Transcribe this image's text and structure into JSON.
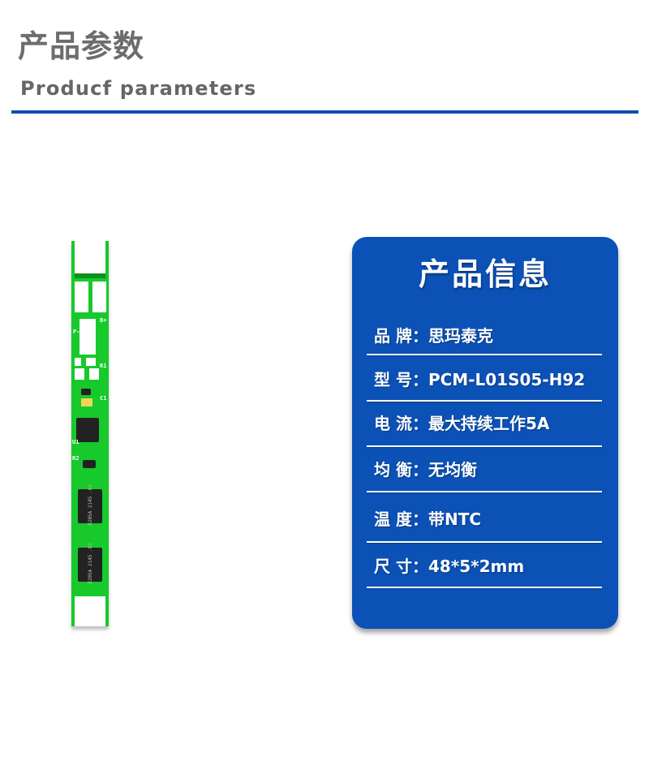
{
  "header": {
    "title_cn": "产品参数",
    "title_en": "Producf  parameters",
    "accent_color": "#0d4fb3"
  },
  "product_image": {
    "description": "green PCM protection board",
    "silkscreen": {
      "b_plus": "B+",
      "p_minus": "P-",
      "r1": "R1",
      "c1": "C1",
      "u1": "U1",
      "r2": "R2",
      "chip1": "8205A 2145 .01",
      "chip2": "8205A 2145 .01"
    }
  },
  "info_card": {
    "title": "产品信息",
    "background_color": "#0b51b6",
    "rows": [
      {
        "label": "品 牌：",
        "value": "思玛泰克"
      },
      {
        "label": "型  号：",
        "value": "PCM-L01S05-H92"
      },
      {
        "label": "电   流：",
        "value": "最大持续工作5A"
      },
      {
        "label": "均   衡：",
        "value": "无均衡"
      },
      {
        "label": "温   度：",
        "value": "带NTC"
      },
      {
        "label": "尺   寸：",
        "value": "48*5*2mm"
      }
    ]
  }
}
